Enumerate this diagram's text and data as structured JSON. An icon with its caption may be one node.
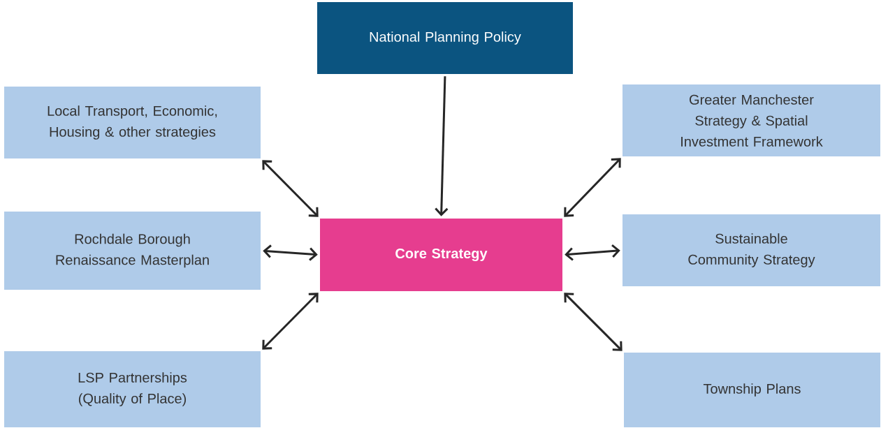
{
  "diagram": {
    "nodes": [
      {
        "text": [
          "National Planning Policy"
        ]
      },
      {
        "text": [
          "Local Transport, Economic, Housing & other strategies"
        ]
      },
      {
        "text": [
          "Greater Manchester Strategy & Spatial Investment Framework"
        ]
      },
      {
        "text": [
          "Rochdale Borough Renaissance Masterplan"
        ]
      },
      {
        "text": [
          "Core Strategy"
        ]
      },
      {
        "text": [
          "Sustainable Community Strategy"
        ]
      },
      {
        "text": [
          "LSP Partnerships (Quality of Place)"
        ]
      },
      {
        "text": [
          "Township Plans"
        ]
      }
    ],
    "edges": [
      {
        "from": 0,
        "to": 4,
        "arrow": "to"
      },
      {
        "from": 1,
        "to": 4,
        "arrow": "both"
      },
      {
        "from": 2,
        "to": 4,
        "arrow": "both"
      },
      {
        "from": 3,
        "to": 4,
        "arrow": "both"
      },
      {
        "from": 5,
        "to": 4,
        "arrow": "both"
      },
      {
        "from": 6,
        "to": 4,
        "arrow": "both"
      },
      {
        "from": 7,
        "to": 4,
        "arrow": "both"
      }
    ]
  }
}
